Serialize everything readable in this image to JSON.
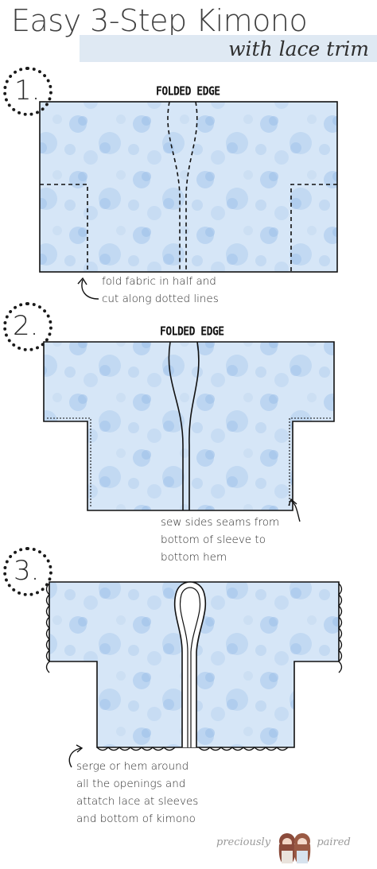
{
  "header": {
    "title": "Easy 3-Step Kimono",
    "subtitle": "with lace trim"
  },
  "colors": {
    "fabric_base": "#d4e4f6",
    "fabric_flowers": "#a9c8ec",
    "subtitle_band": "#dfe9f3",
    "line": "#111111"
  },
  "steps": [
    {
      "number": "1.",
      "edge_label": "FOLDED EDGE",
      "note_lines": [
        "fold fabric in half and",
        "cut along dotted lines"
      ]
    },
    {
      "number": "2.",
      "edge_label": "FOLDED EDGE",
      "note_lines": [
        "sew sides seams from",
        "bottom of sleeve to",
        "bottom hem"
      ]
    },
    {
      "number": "3.",
      "edge_label": "",
      "note_lines": [
        "serge or hem around",
        "all the openings and",
        "attatch lace at sleeves",
        "and bottom of kimono"
      ]
    }
  ],
  "footer": {
    "brand_left": "preciously",
    "brand_right": "paired"
  }
}
